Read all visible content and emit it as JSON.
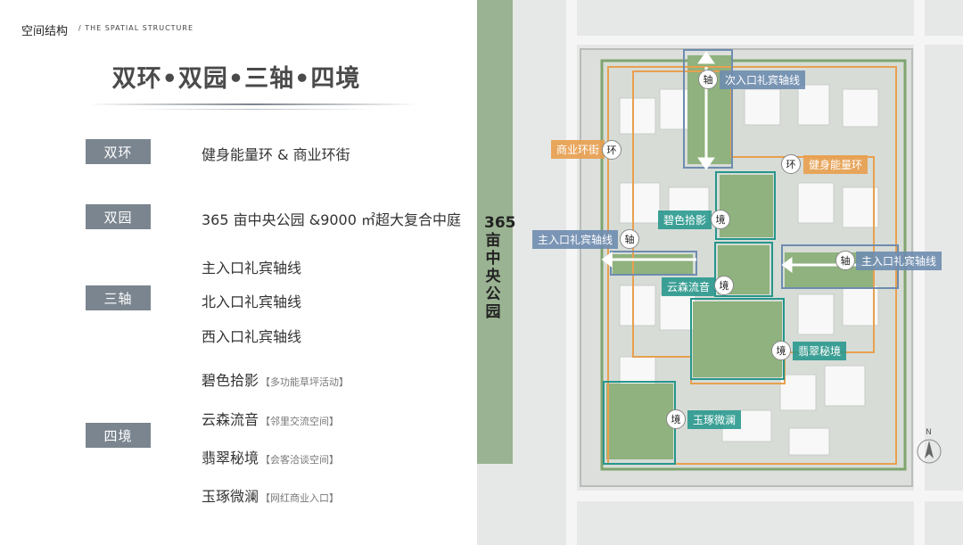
{
  "header": {
    "section_cn": "空间结构",
    "section_en": "/ THE SPATIAL STRUCTURE"
  },
  "title": "双环•双园•三轴•四境",
  "items": [
    {
      "tag": "双环",
      "lines": [
        {
          "text": "健身能量环 & 商业环街",
          "note": ""
        }
      ]
    },
    {
      "tag": "双园",
      "lines": [
        {
          "text": "365 亩中央公园 &9000 ㎡超大复合中庭",
          "note": ""
        }
      ]
    },
    {
      "tag": "三轴",
      "lines": [
        {
          "text": "主入口礼宾轴线",
          "note": ""
        },
        {
          "text": "北入口礼宾轴线",
          "note": ""
        },
        {
          "text": "西入口礼宾轴线",
          "note": ""
        }
      ]
    },
    {
      "tag": "四境",
      "lines": [
        {
          "text": "碧色拾影",
          "note": "【多功能草坪活动】"
        },
        {
          "text": "云森流音",
          "note": "【邻里交流空间】"
        },
        {
          "text": "翡翠秘境",
          "note": "【会客洽谈空间】"
        },
        {
          "text": "玉琢微澜",
          "note": "【网红商业入口】"
        }
      ]
    }
  ],
  "map": {
    "park_label": "365亩中央公园",
    "labels": {
      "north_axis": "次入口礼宾轴线",
      "commercial_ring": "商业环街",
      "fitness_ring": "健身能量环",
      "west_axis": "主入口礼宾轴线",
      "east_axis": "主入口礼宾轴线",
      "scene1": "碧色拾影",
      "scene2": "云森流音",
      "scene3": "翡翠秘境",
      "scene4": "玉琢微澜"
    },
    "badges": {
      "axis": "轴",
      "ring": "环",
      "scene": "境"
    },
    "compass": "N",
    "colors": {
      "ring": "#e8a050",
      "axis": "#6e8caf",
      "scene": "#26968c",
      "park": "#9ab392"
    }
  }
}
